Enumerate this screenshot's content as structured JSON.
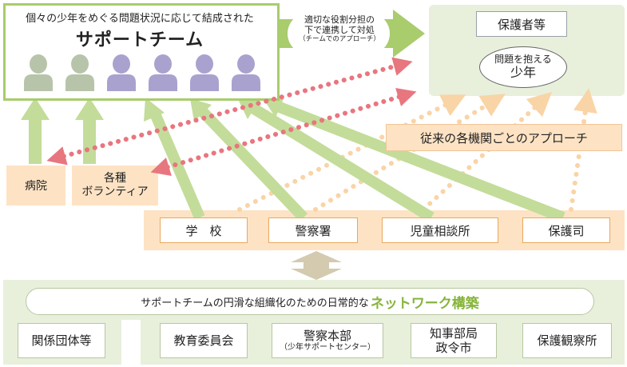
{
  "support_team": {
    "caption": "個々の少年をめぐる問題状況に応じて結成された",
    "title": "サポートチーム"
  },
  "cooperation_arrow": {
    "line1": "適切な役割分担の",
    "line2": "下で連携して対処",
    "line3": "（チームでのアプローチ）"
  },
  "guardians": {
    "label": "保護者等",
    "youth_line1": "問題を抱える",
    "youth_line2": "少年"
  },
  "traditional_approach": "従来の各機関ごとのアプローチ",
  "hospital": "病院",
  "volunteers": {
    "line1": "各種",
    "line2": "ボランティア"
  },
  "agencies": [
    "学　校",
    "警察署",
    "児童相談所",
    "保護司"
  ],
  "network": {
    "banner_prefix": "サポートチームの円滑な組織化のための日常的な",
    "banner_highlight": "ネットワーク構築",
    "left_org": "関係団体等",
    "orgs": [
      {
        "name": "教育委員会",
        "sub": ""
      },
      {
        "name": "警察本部",
        "sub": "（少年サポートセンター）"
      },
      {
        "name": "知事部局",
        "sub": "政令市"
      },
      {
        "name": "保護観察所",
        "sub": ""
      }
    ]
  },
  "colors": {
    "green_frame": "#a9cc6c",
    "green_arrow": "#c3dc9a",
    "pink_dots": "#e8767f",
    "orange_dots": "#f9d4a6",
    "peach_fill": "#fde3c4",
    "pale_green": "#e8f0dc",
    "person_green": "#b7c4aa",
    "person_purple": "#a9a2cf"
  },
  "person_colors": [
    "green",
    "green",
    "purple",
    "purple",
    "purple",
    "purple"
  ]
}
